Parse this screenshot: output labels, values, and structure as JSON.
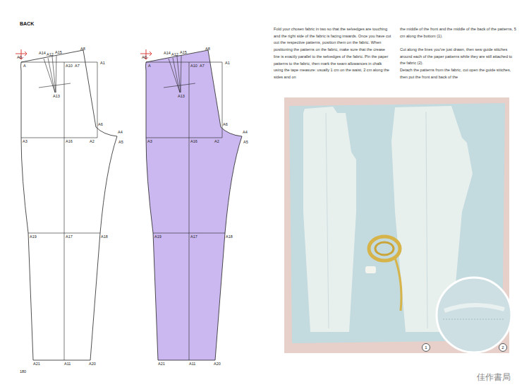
{
  "diagram": {
    "title": "BACK",
    "nodes": [
      {
        "text": [
          "1"
        ]
      },
      {
        "text": [
          "2"
        ]
      }
    ],
    "labels": [
      "A9",
      "A",
      "A14",
      "A12",
      "A15",
      "A8",
      "A10",
      "A7",
      "A1",
      "A13",
      "A6",
      "A4",
      "A3",
      "A16",
      "A2",
      "A5",
      "A19",
      "A17",
      "A18",
      "A21",
      "A11",
      "A20",
      "A9",
      "A",
      "A14",
      "A12",
      "A15",
      "A8",
      "A10",
      "A7",
      "A1",
      "A13",
      "A6",
      "A4",
      "A3",
      "A16",
      "A2",
      "A5",
      "A19",
      "A17",
      "A18",
      "A21",
      "A11",
      "A20",
      "Fold your chosen fabric in two so that the selvedges are touching and the right side of the fabric is facing inwards. Once you have cut out the respective patterns, position them on the fabric. When positioning the patterns on the fabric, make sure that the crease line is exactly parallel to the selvedges of the fabric. Pin the paper patterns to the fabric, then mark the seam allowances in chalk using the tape measure: usually 1 cm on the waist, 2 cm along the sides and on",
      "the middle of the front and the middle of the back of the patterns, 5 cm along the bottom (1).",
      "Cut along the lines you've just drawn, then sew guide stitches around each of the paper patterns while they are still attached to the fabric (2).",
      "Detach the patterns from the fabric, cut open the guide stitches, then put the front and back of the",
      "180",
      "佳作書局"
    ]
  }
}
